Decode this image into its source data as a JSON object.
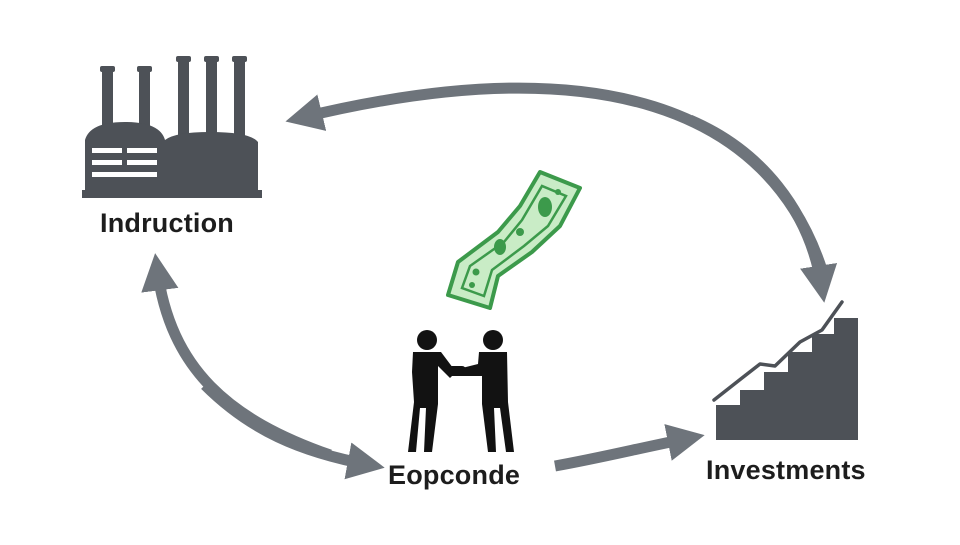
{
  "diagram": {
    "nodes": {
      "production": {
        "label": "Indruction",
        "icon": "factory-icon"
      },
      "consumption": {
        "label": "Eopconde",
        "icon": "handshake-people-icon"
      },
      "investments": {
        "label": "Investments",
        "icon": "rising-stairs-chart-icon"
      }
    },
    "money_icon": "banknote-icon",
    "colors": {
      "arrow": "#6e747b",
      "icon": "#4d5157",
      "money_green": "#3c9a4b",
      "money_light": "#c9ecc6",
      "people": "#121212",
      "text": "#1d1d1d"
    }
  }
}
